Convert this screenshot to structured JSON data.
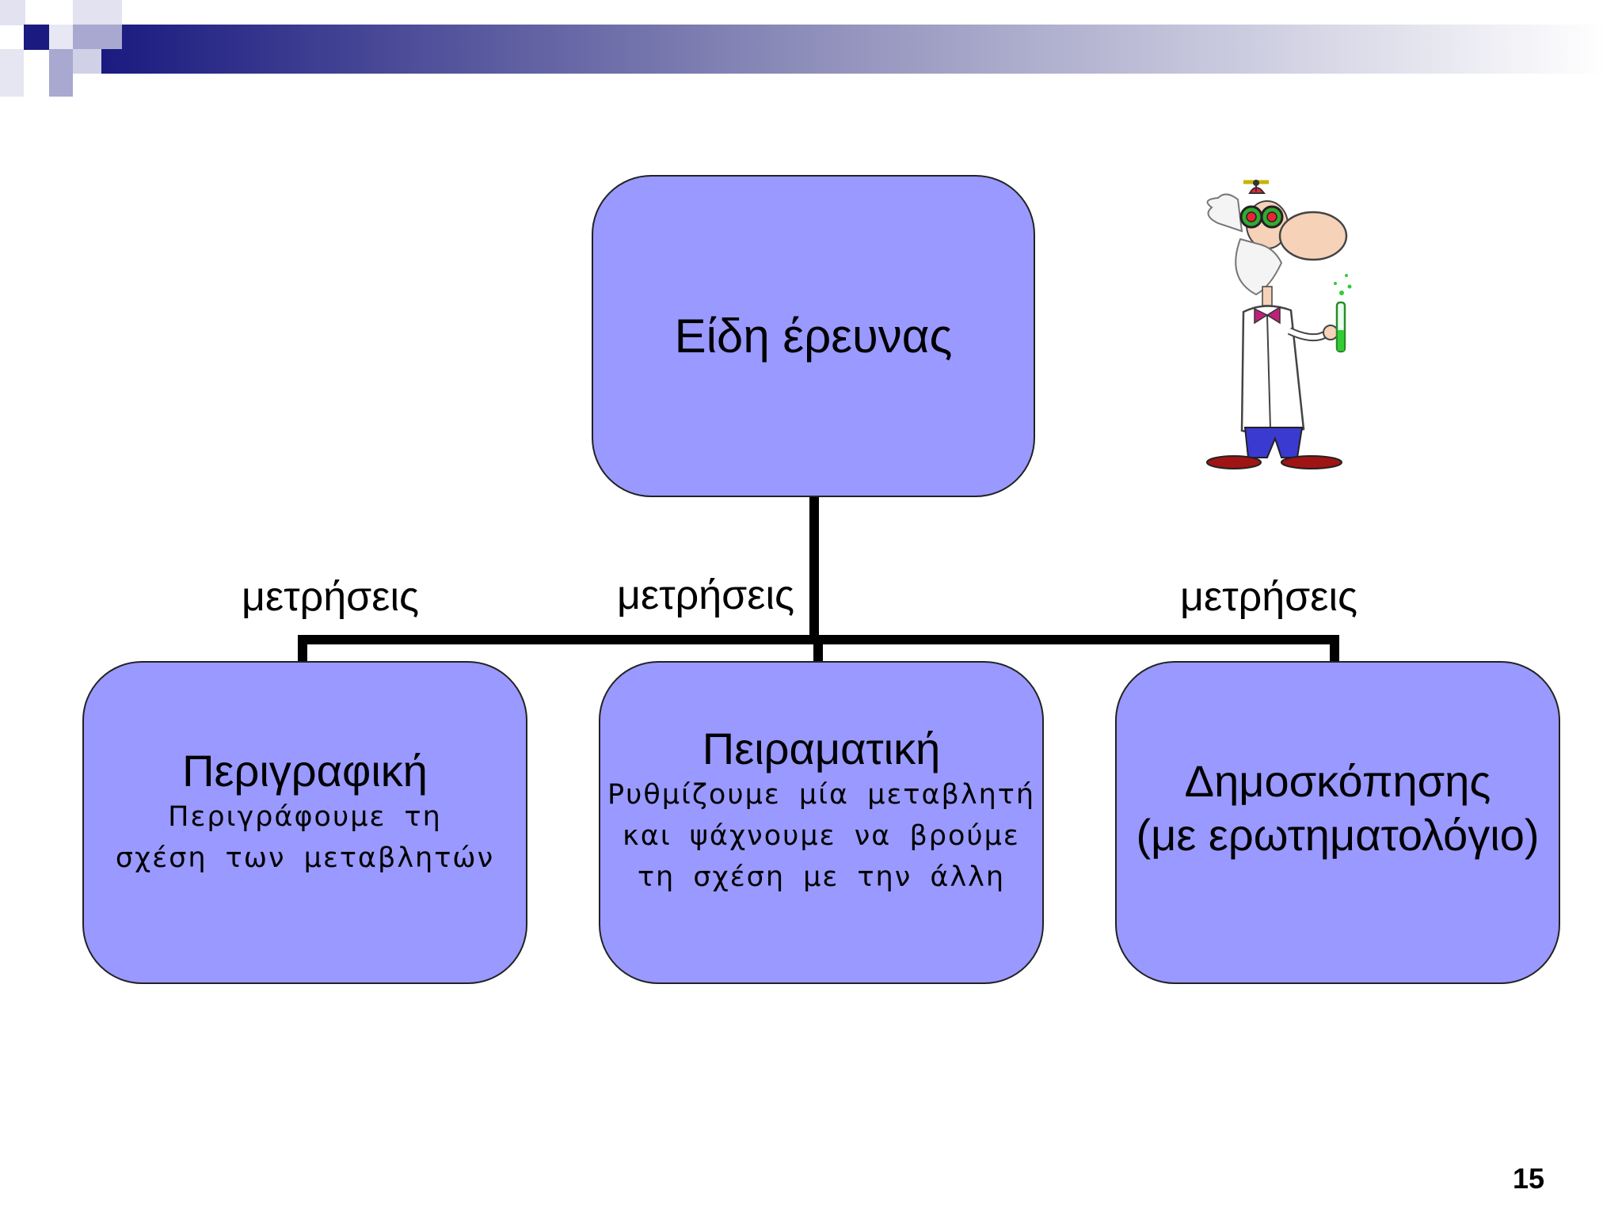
{
  "diagram": {
    "root": {
      "title": "Είδη έρευνας"
    },
    "edge_labels": [
      "μετρήσεις",
      "μετρήσεις",
      "μετρήσεις"
    ],
    "children": [
      {
        "title": "Περιγραφική",
        "description": "Περιγράφουμε  τη\nσχέση  των  μεταβλητών"
      },
      {
        "title": "Πειραματική",
        "description": "Ρυθμίζουμε  μία  μεταβλητή\nκαι  ψάχνουμε  να  βρούμε \nτη  σχέση  με  την  άλλη"
      },
      {
        "title": "Δημοσκόπησης\n(με ερωτηματολόγιο)",
        "description": ""
      }
    ]
  },
  "slide": {
    "page_number": "15"
  },
  "icons": {
    "illustration": "scientist-icon"
  },
  "colors": {
    "node_fill": "#9999ff",
    "header_dark": "#1a1a80",
    "connector": "#000000"
  }
}
